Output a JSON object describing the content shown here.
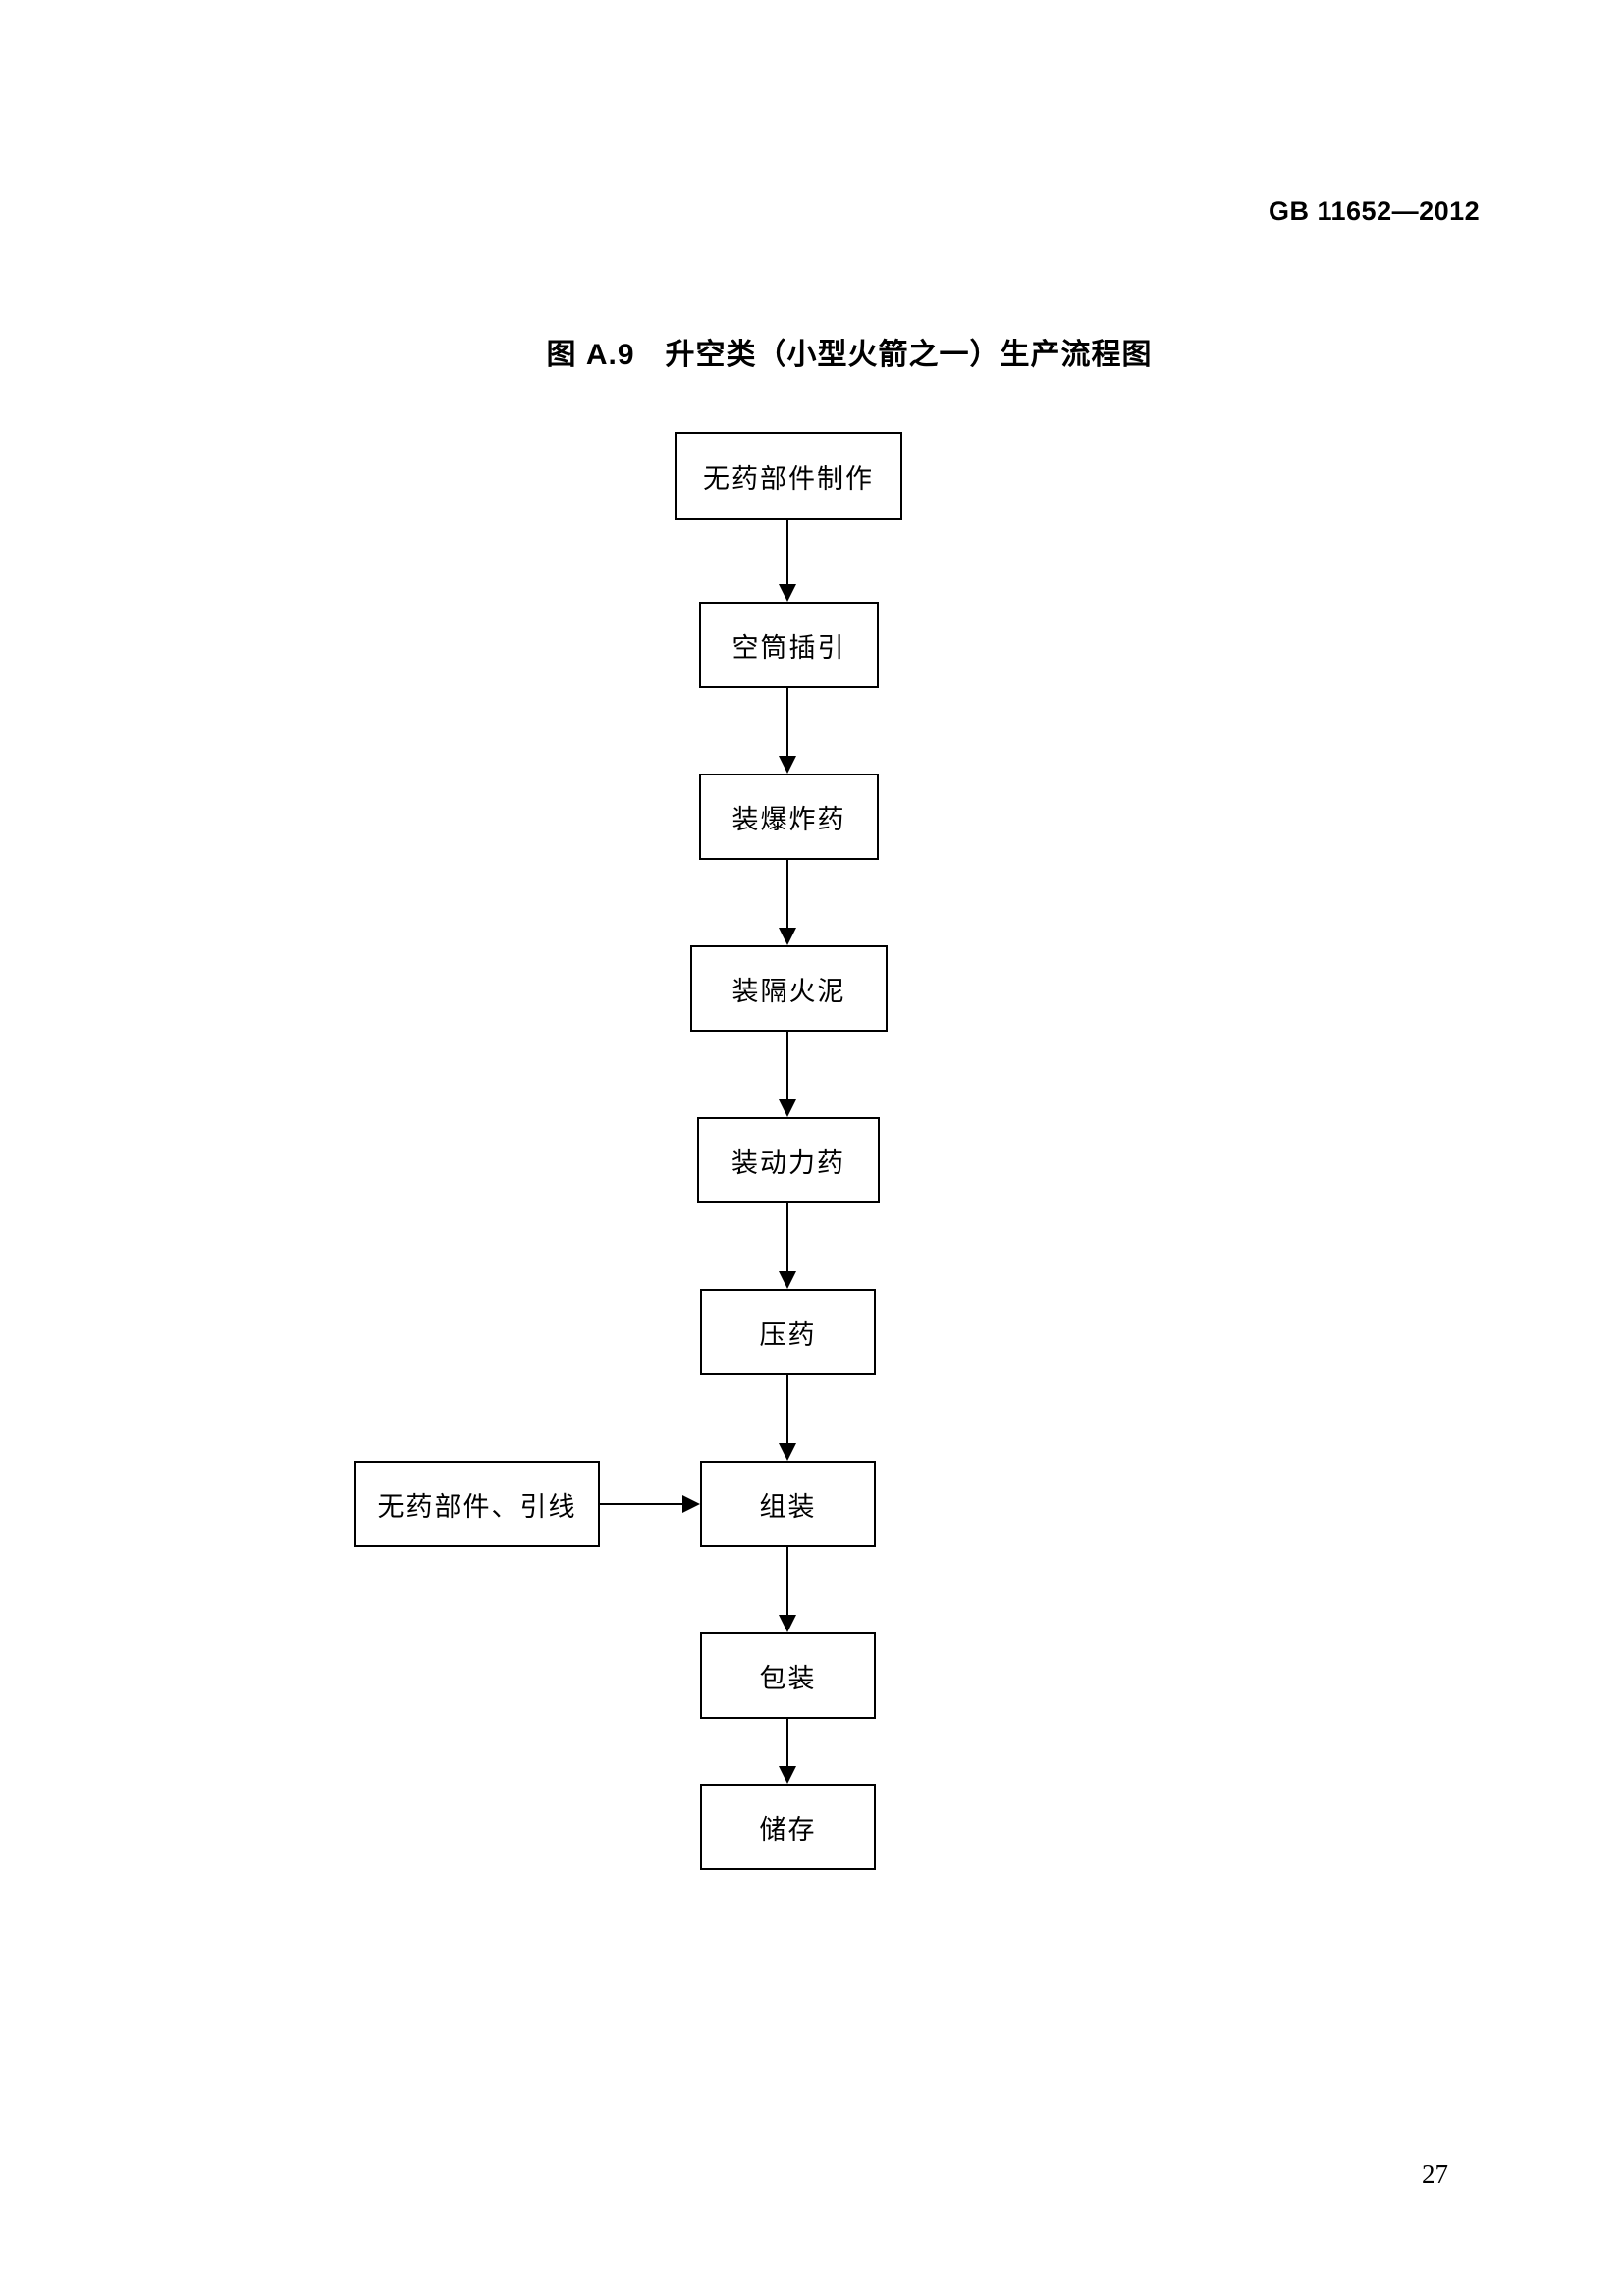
{
  "page": {
    "header_right": "GB 11652—2012",
    "page_number": "27"
  },
  "figure": {
    "title": "图 A.9　升空类（小型火箭之一）生产流程图"
  },
  "flow": {
    "nodes": [
      {
        "label": "无药部件制作"
      },
      {
        "label": "空筒插引"
      },
      {
        "label": "装爆炸药"
      },
      {
        "label": "装隔火泥"
      },
      {
        "label": "装动力药"
      },
      {
        "label": "压药"
      },
      {
        "label": "组装"
      },
      {
        "label": "包装"
      },
      {
        "label": "储存"
      }
    ],
    "side_node": {
      "label": "无药部件、引线"
    }
  }
}
